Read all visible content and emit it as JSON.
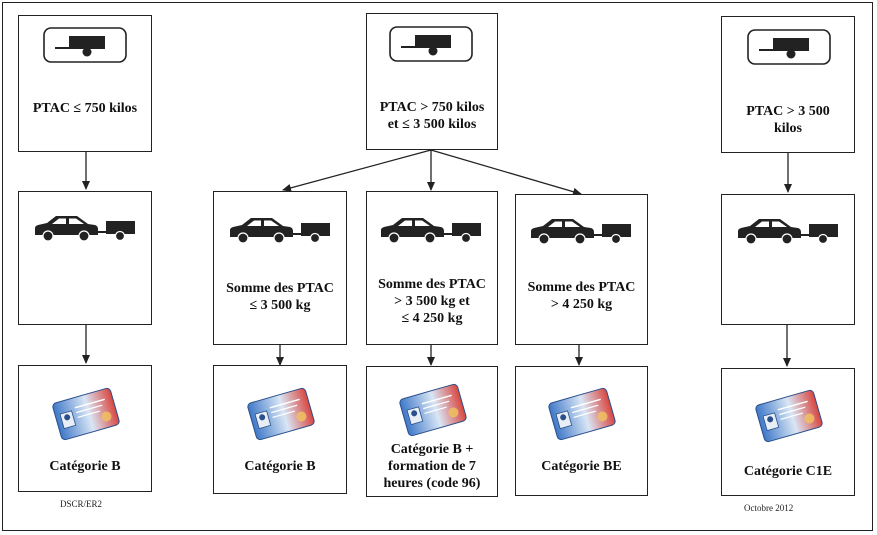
{
  "trailer_boxes": [
    {
      "label": "PTAC ≤ 750 kilos"
    },
    {
      "label": "PTAC > 750 kilos\net ≤ 3 500 kilos"
    },
    {
      "label": "PTAC > 3 500\nkilos"
    }
  ],
  "car_boxes": [
    {
      "label": ""
    },
    {
      "label": "Somme des PTAC\n≤ 3 500 kg"
    },
    {
      "label": "Somme des PTAC\n> 3 500 kg et\n≤ 4 250 kg"
    },
    {
      "label": "Somme des PTAC\n> 4 250 kg"
    },
    {
      "label": ""
    }
  ],
  "license_boxes": [
    {
      "label": "Catégorie B"
    },
    {
      "label": "Catégorie B"
    },
    {
      "label": "Catégorie B +\nformation de 7\nheures (code 96)"
    },
    {
      "label": "Catégorie BE"
    },
    {
      "label": "Catégorie C1E"
    }
  ],
  "footer": {
    "left": "DSCR/ER2",
    "right": "Octobre 2012"
  },
  "icons": {
    "trailer": "trailer-icon",
    "car_trailer": "car-with-trailer-icon",
    "license": "driving-license-card-icon"
  },
  "colors": {
    "line": "#222222",
    "license_red": "#d9463f",
    "license_blue": "#3f78c8"
  }
}
